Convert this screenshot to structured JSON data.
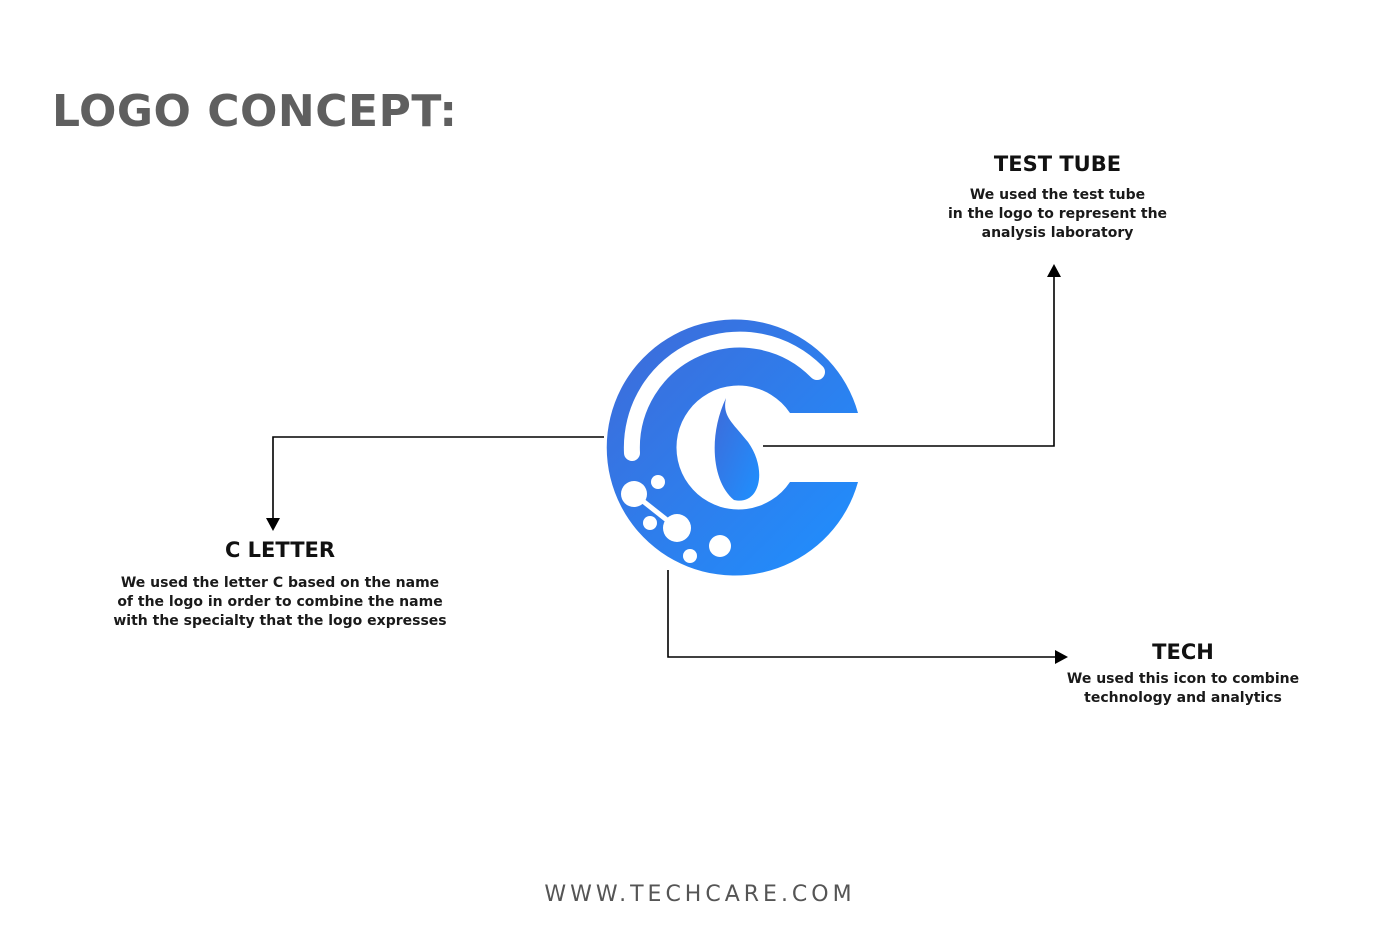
{
  "page": {
    "title": "LOGO CONCEPT:"
  },
  "logo": {
    "colors": {
      "gradient_start": "#3f6ad8",
      "gradient_end": "#1e90ff",
      "background": "#ffffff"
    }
  },
  "annotations": {
    "test_tube": {
      "heading": "TEST TUBE",
      "lines": [
        "We used the test tube",
        "in the logo to represent the",
        "analysis laboratory"
      ]
    },
    "c_letter": {
      "heading": "C LETTER",
      "lines": [
        "We used the letter C based on the name",
        "of the logo in order to combine the name",
        "with the specialty that the logo expresses"
      ]
    },
    "tech": {
      "heading": "TECH",
      "lines": [
        "We used this icon to combine",
        "technology and analytics"
      ]
    }
  },
  "footer": {
    "url": "WWW.TECHCARE.COM"
  },
  "arrow_color": "#000000"
}
